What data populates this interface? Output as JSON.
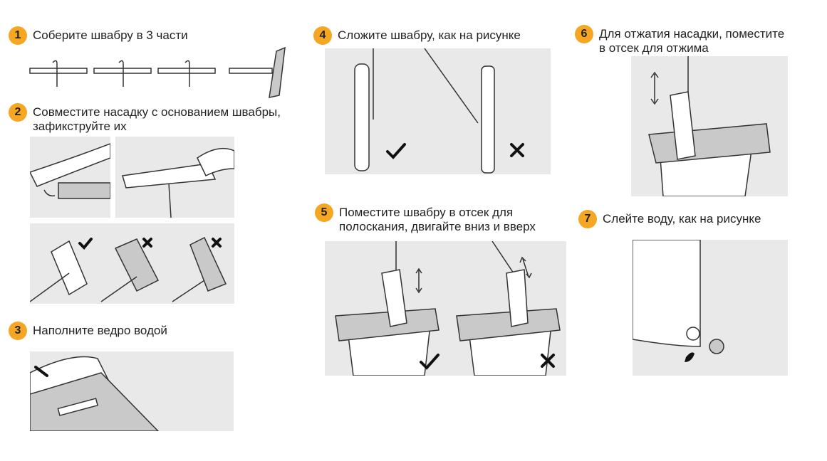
{
  "colors": {
    "badge": "#F5A623",
    "panel": "#e9e9e9"
  },
  "steps": [
    {
      "number": "1",
      "lines": [
        "Соберите швабру в 3 части"
      ]
    },
    {
      "number": "2",
      "lines": [
        "Совместите насадку с основанием швабры,",
        "зафикструйте их"
      ]
    },
    {
      "number": "3",
      "lines": [
        "Наполните ведро водой"
      ]
    },
    {
      "number": "4",
      "lines": [
        "Сложите швабру, как на рисунке"
      ]
    },
    {
      "number": "5",
      "lines": [
        "Поместите швабру в отсек для",
        "полоскания, двигайте вниз и вверх"
      ]
    },
    {
      "number": "6",
      "lines": [
        "Для отжатия насадки, поместите",
        "в отсек для отжима"
      ]
    },
    {
      "number": "7",
      "lines": [
        "Слейте воду, как на рисунке"
      ]
    }
  ],
  "icons": [
    "check-icon",
    "cross-icon",
    "up-down-arrow-icon",
    "rotate-arrow-icon"
  ]
}
